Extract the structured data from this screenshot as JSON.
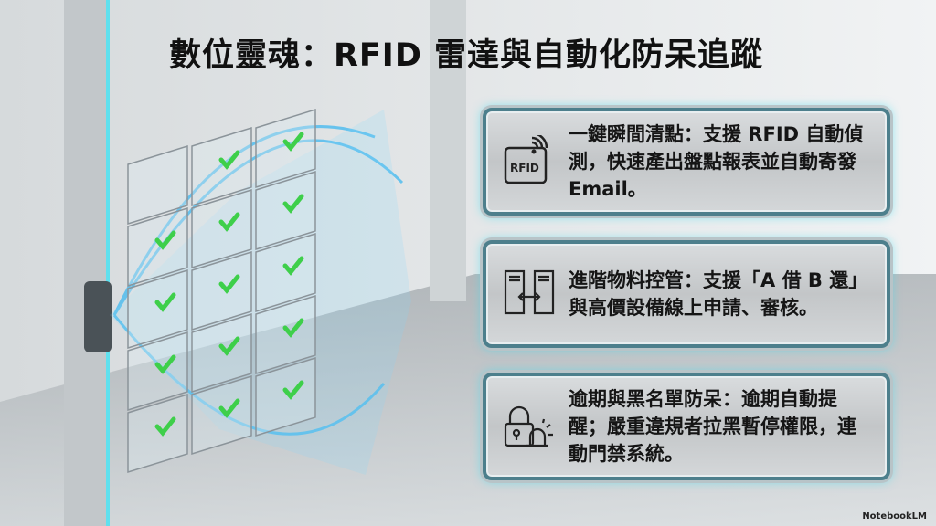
{
  "title": "數位靈魂：RFID 雷達與自動化防呆追蹤",
  "cards": [
    {
      "icon": "rfid-icon",
      "icon_label": "RFID",
      "text": "一鍵瞬間清點：支援 RFID 自動偵測，快速產出盤點報表並自動寄發 Email。"
    },
    {
      "icon": "cabinet-exchange-icon",
      "text": "進階物料控管：支援「A 借 B 還」與高價設備線上申請、審核。"
    },
    {
      "icon": "lock-alarm-icon",
      "text": "逾期與黑名單防呆：逾期自動提醒；嚴重違規者拉黑暫停權限，連動門禁系統。"
    }
  ],
  "logo": "NotebookLM",
  "colors": {
    "accent": "#3fd6e6",
    "check": "#3ecf4a",
    "frame": "#4d7f8c"
  }
}
